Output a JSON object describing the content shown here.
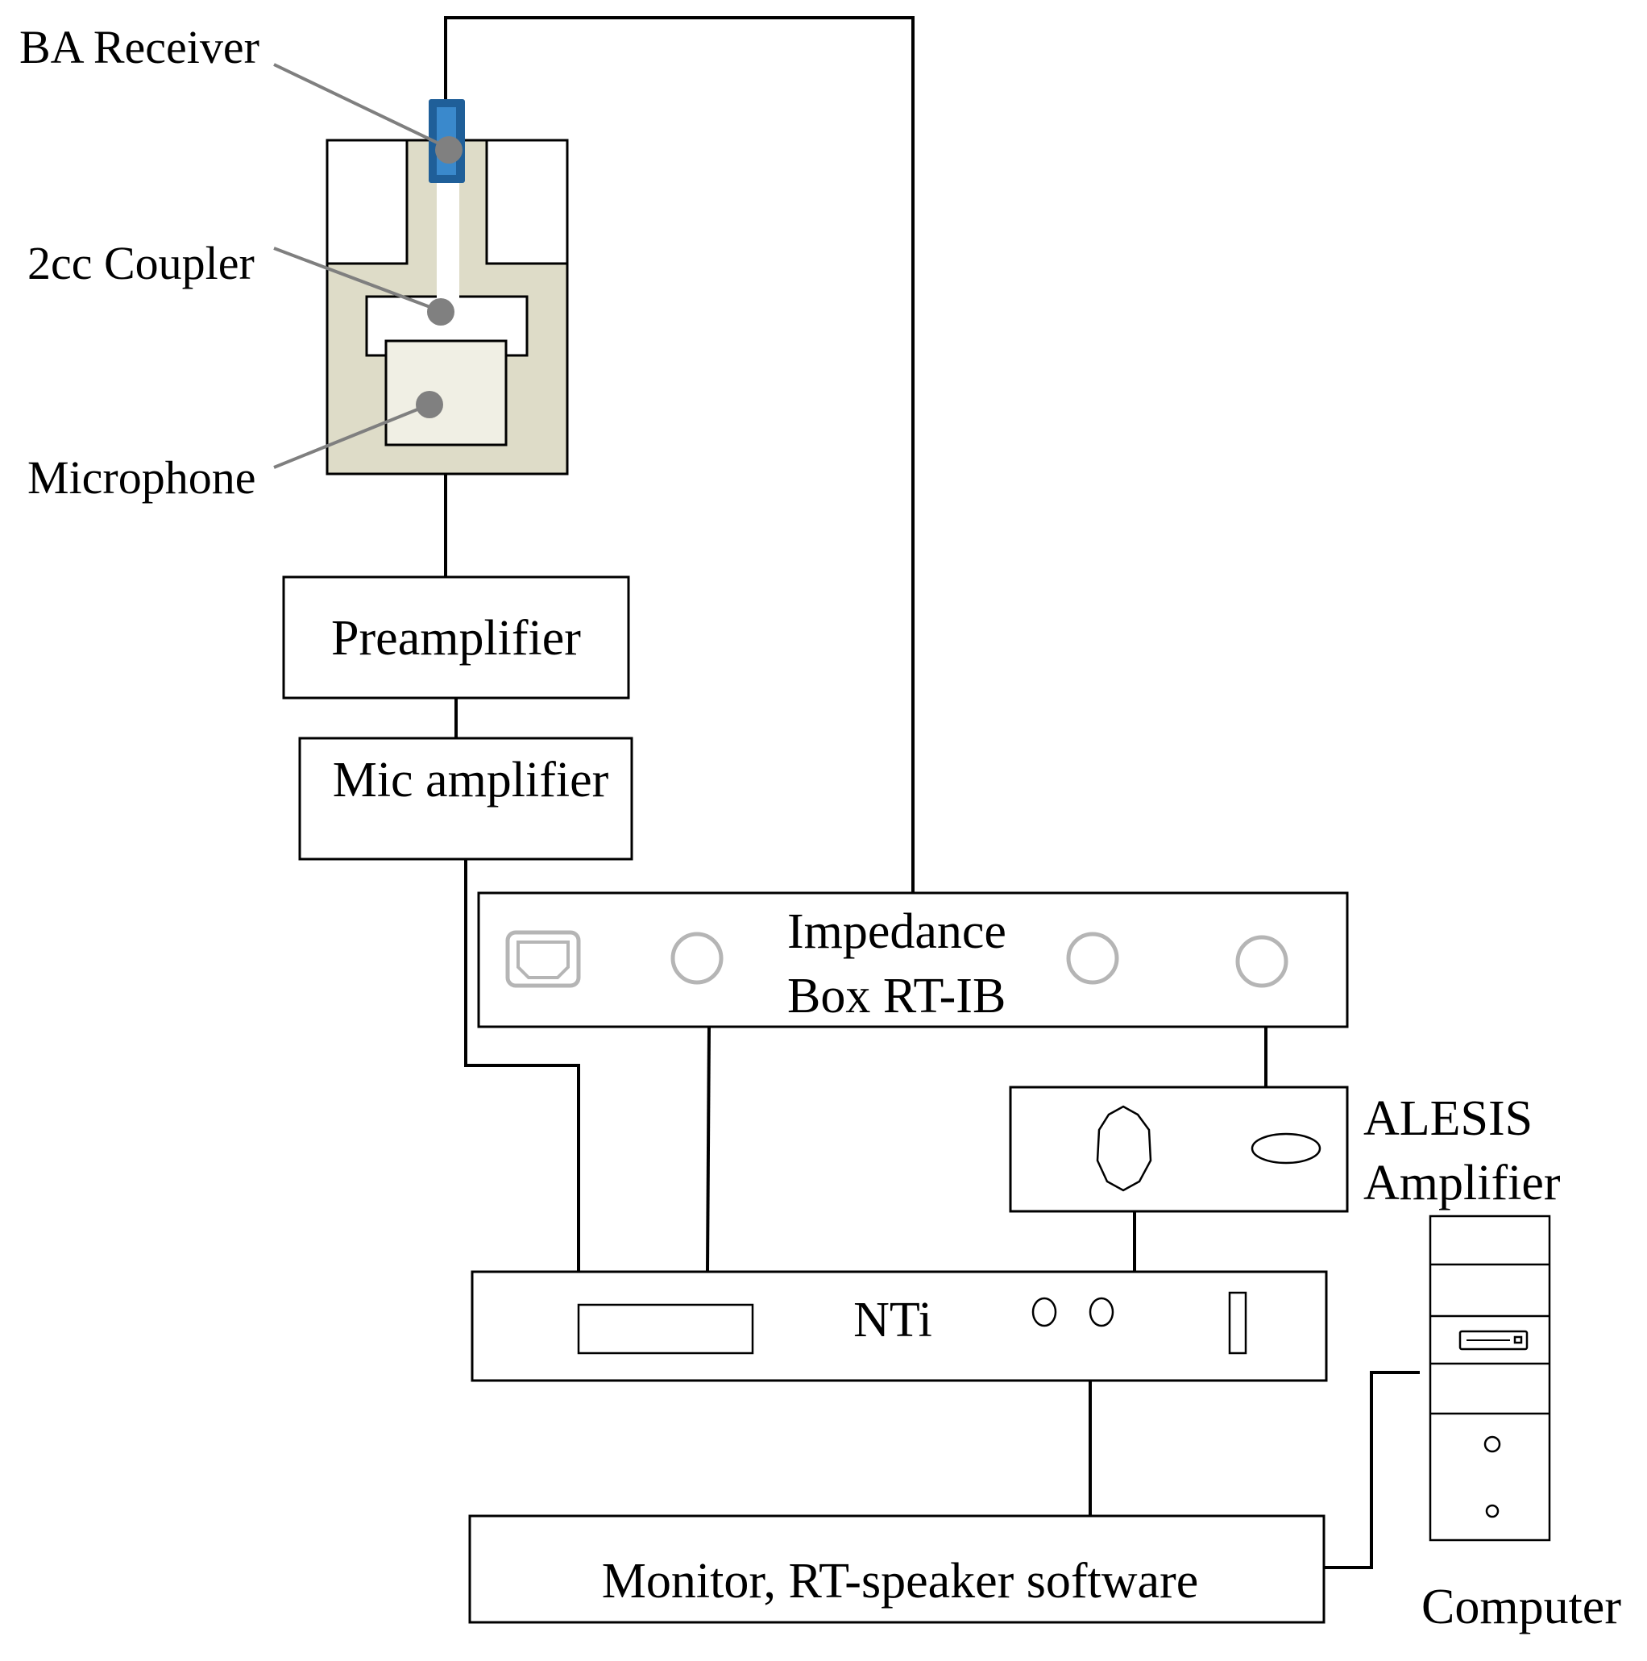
{
  "labels": {
    "ba_receiver": "BA Receiver",
    "coupler": "2cc Coupler",
    "microphone": "Microphone",
    "preamplifier": "Preamplifier",
    "mic_amplifier": "Mic amplifier",
    "impedance_line1": "Impedance",
    "impedance_line2": "Box RT-IB",
    "alesis_line1": "ALESIS",
    "alesis_line2": "Amplifier",
    "nti": "NTi",
    "monitor": "Monitor, RT-speaker software",
    "computer": "Computer"
  },
  "colors": {
    "coupler_body": "#dedcc8",
    "coupler_inner": "#f0efe4",
    "receiver_blue": "#1f5f99",
    "receiver_light": "#3a89cc",
    "leader_gray": "#7f7f7f",
    "connector_gray": "#b5b5b5"
  }
}
